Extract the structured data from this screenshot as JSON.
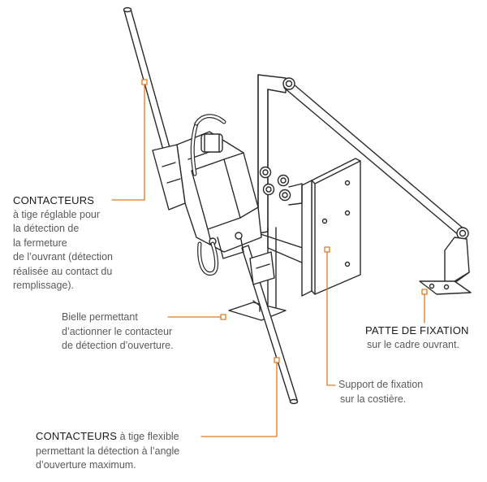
{
  "colors": {
    "accent": "#e07a1f",
    "line": "#2a2a2a",
    "text": "#5a5a5a",
    "title": "#1a1a1a"
  },
  "labels": {
    "contacteurs_top": {
      "title": "CONTACTEURS",
      "lines": [
        "à tige réglable pour",
        "la détection de",
        "la fermeture",
        "de l’ouvrant (détection",
        "réalisée au contact du",
        "remplissage)."
      ]
    },
    "bielle": {
      "lines": [
        "Bielle permettant",
        "d’actionner le contacteur",
        "de détection d’ouverture."
      ]
    },
    "patte": {
      "title": "PATTE DE FIXATION",
      "sub": "sur le cadre ouvrant."
    },
    "support": {
      "lines": [
        "Support de fixation",
        "sur la costière."
      ]
    },
    "contacteurs_bottom": {
      "title": "CONTACTEURS",
      "title_suffix": " à tige flexible",
      "lines": [
        "permettant la détection à l’angle",
        "d’ouverture maximum."
      ]
    }
  }
}
